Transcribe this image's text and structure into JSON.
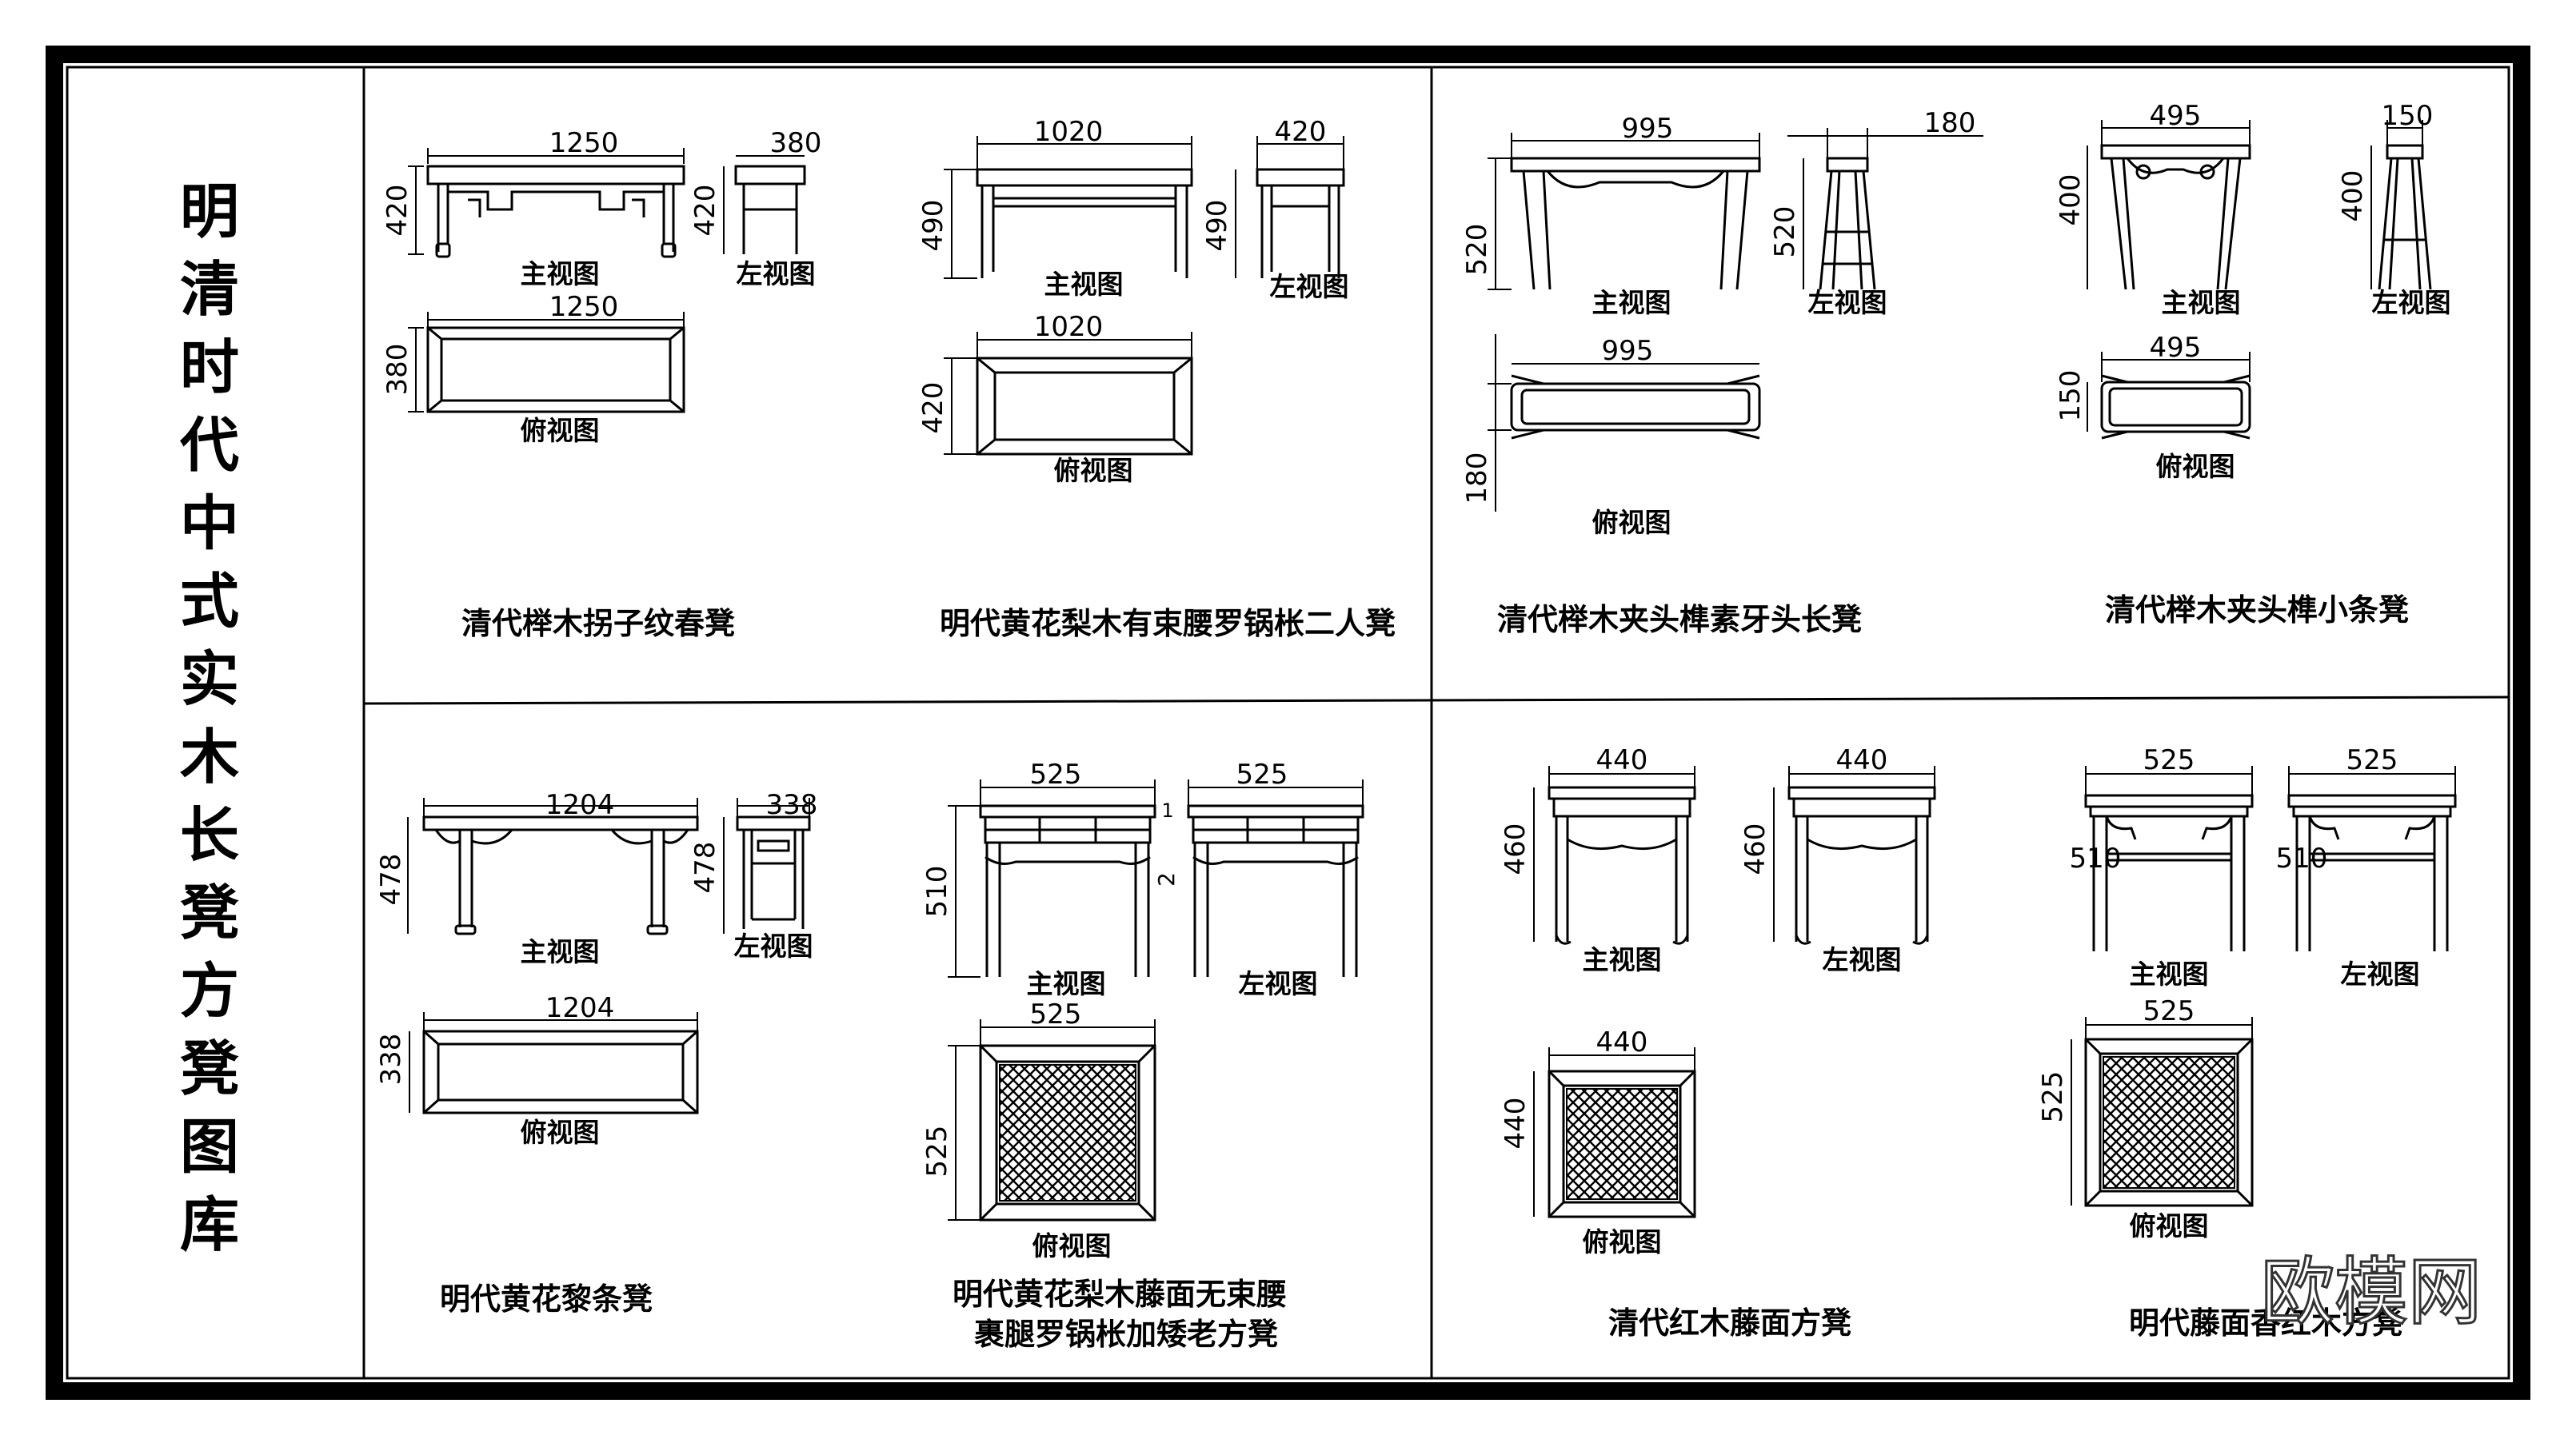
{
  "title_chars": [
    "明",
    "清",
    "时",
    "代",
    "中",
    "式",
    "实",
    "木",
    "长",
    "凳",
    "方",
    "凳",
    "图",
    "库"
  ],
  "watermark": "欧模网",
  "views": {
    "front": "主视图",
    "side": "左视图",
    "top": "俯视图"
  },
  "items": [
    {
      "caption": "清代榉木拐子纹春凳",
      "dims": {
        "front_w": "1250",
        "front_h": "420",
        "side_w": "380",
        "side_h": "420",
        "top_w": "1250",
        "top_h": "380"
      }
    },
    {
      "caption": "明代黄花梨木有束腰罗锅枨二人凳",
      "dims": {
        "front_w": "1020",
        "front_h": "490",
        "side_w": "420",
        "side_h": "490",
        "top_w": "1020",
        "top_h": "420"
      }
    },
    {
      "caption": "清代榉木夹头榫素牙头长凳",
      "dims": {
        "front_w": "995",
        "front_h": "520",
        "side_w": "180",
        "side_h": "520",
        "top_w": "995",
        "top_h": "180"
      }
    },
    {
      "caption": "清代榉木夹头榫小条凳",
      "dims": {
        "front_w": "495",
        "front_h": "400",
        "side_w": "150",
        "side_h": "400",
        "top_w": "495",
        "top_h": "150"
      }
    },
    {
      "caption": "明代黄花黎条凳",
      "dims": {
        "front_w": "1204",
        "front_h": "478",
        "side_w": "338",
        "side_h": "478",
        "top_w": "1204",
        "top_h": "338"
      }
    },
    {
      "caption_lines": [
        "明代黄花梨木藤面无束腰",
        "裹腿罗锅枨加矮老方凳"
      ],
      "dims": {
        "front_w": "525",
        "front_h": "510",
        "side_w": "525",
        "side_mark1": "1",
        "side_mark2": "2",
        "top_w": "525",
        "top_h": "525"
      }
    },
    {
      "caption": "清代红木藤面方凳",
      "dims": {
        "front_w": "440",
        "front_h": "460",
        "side_w": "440",
        "side_h": "460",
        "top_w": "440",
        "top_h": "440"
      }
    },
    {
      "caption": "明代藤面香红木方凳",
      "dims": {
        "front_w": "525",
        "front_h": "510",
        "side_w": "525",
        "side_h": "510",
        "top_w": "525",
        "top_h": "525"
      }
    }
  ]
}
